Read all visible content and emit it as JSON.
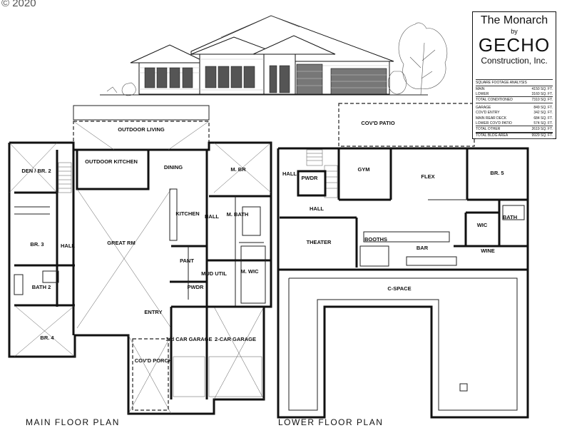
{
  "copyright": "© 2020",
  "title_block": {
    "name": "The Monarch",
    "by": "by",
    "builder": "GECHO",
    "builder_sub": "Construction, Inc.",
    "analysis_header": "SQUARE FOOTAGE ANALYSIS",
    "rows": [
      {
        "label": "MAIN",
        "value": "4150 SQ. FT.",
        "total": false
      },
      {
        "label": "LOWER",
        "value": "3160 SQ. FT.",
        "total": false
      },
      {
        "label": "TOTAL CONDITIONED",
        "value": "7310 SQ. FT.",
        "total": true
      },
      {
        "label": "GARAGE",
        "value": "849 SQ. FT.",
        "total": false
      },
      {
        "label": "COV'D ENTRY",
        "value": "342 SQ. FT.",
        "total": false
      },
      {
        "label": "MAIN REAR DECK",
        "value": "684 SQ. FT.",
        "total": false
      },
      {
        "label": "LOWER COV'D PATIO",
        "value": "574 SQ. FT.",
        "total": false
      },
      {
        "label": "TOTAL OTHER",
        "value": "2619 SQ. FT.",
        "total": true
      },
      {
        "label": "TOTAL BLDG AREA",
        "value": "9929 SQ. FT.",
        "total": true
      }
    ]
  },
  "main_floor": {
    "label": "MAIN FLOOR PLAN",
    "rooms": {
      "outdoor_living": "OUTDOOR LIVING",
      "outdoor_kitchen": "OUTDOOR KITCHEN",
      "dining": "DINING",
      "den_br2": "DEN / BR. 2",
      "m_br": "M. BR",
      "kitchen": "KITCHEN",
      "hall_main_right": "HALL",
      "m_bath": "M. BATH",
      "br3": "BR. 3",
      "hall_main_left": "HALL",
      "great_rm": "GREAT RM",
      "pant": "PANT",
      "bath2": "BATH 2",
      "mud_util": "MUD UTIL",
      "m_wic": "M. WIC",
      "pwdr": "PWDR",
      "entry": "ENTRY",
      "br4": "BR. 4",
      "garage3": "3rd CAR GARAGE",
      "garage2": "2-CAR GARAGE",
      "covd_porch": "COV'D PORCH"
    }
  },
  "lower_floor": {
    "label": "LOWER FLOOR PLAN",
    "rooms": {
      "covd_patio": "COV'D PATIO",
      "hall_top": "HALL",
      "pwdr": "PWDR",
      "gym": "GYM",
      "flex": "FLEX",
      "br5": "BR. 5",
      "hall_mid": "HALL",
      "bath": "BATH",
      "wic": "WIC",
      "theater": "THEATER",
      "booths": "BOOTHS",
      "bar": "BAR",
      "wine": "WINE",
      "c_space": "C-SPACE"
    }
  }
}
